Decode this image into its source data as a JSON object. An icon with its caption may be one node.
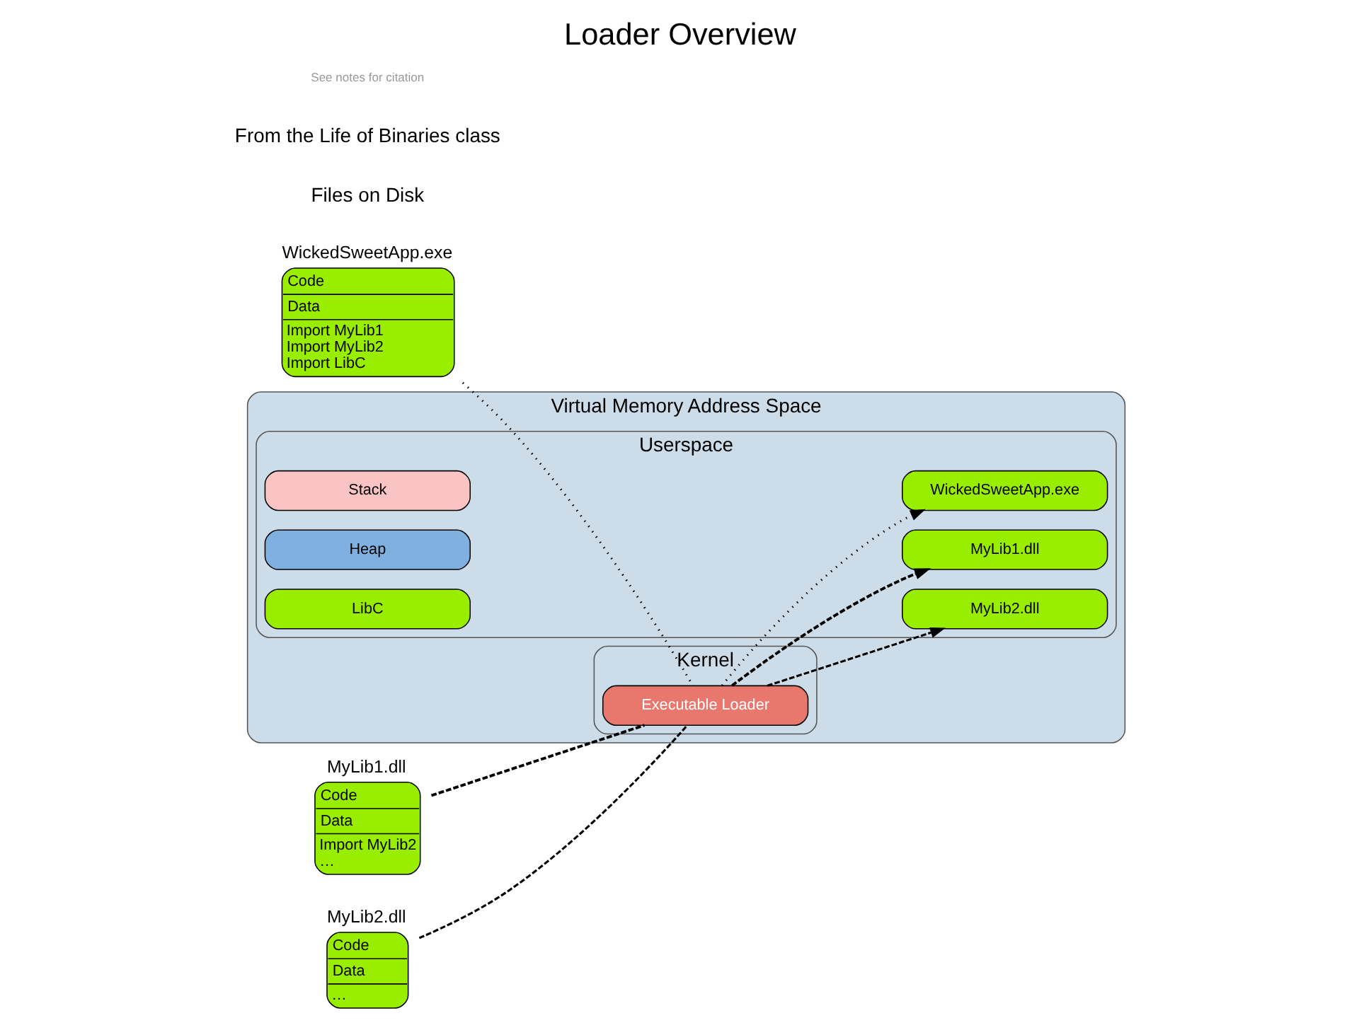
{
  "diagram": {
    "title": "Loader Overview",
    "nodes": [
      {
        "text": [
          "WickedSweetApp.exe",
          "Code",
          "Data",
          "Import MyLib1",
          "Import MyLib2",
          "Import LibC"
        ]
      },
      {
        "text": [
          "MyLib1.dll",
          "Code",
          "Data",
          "Import MyLib2",
          "…"
        ]
      },
      {
        "text": [
          "MyLib2.dll",
          "Code",
          "Data",
          "…"
        ]
      },
      {
        "text": [
          "Virtual Memory Address Space"
        ]
      },
      {
        "text": [
          "Kernel"
        ],
        "in": 3
      },
      {
        "text": [
          "Executable Loader"
        ],
        "in": 4
      },
      {
        "text": [
          "Userspace"
        ],
        "in": 3
      },
      {
        "text": [
          "Stack"
        ],
        "in": 6
      },
      {
        "text": [
          "Heap"
        ],
        "in": 6
      },
      {
        "text": [
          "WickedSweetApp.exe"
        ],
        "in": 6
      },
      {
        "text": [
          "LibC"
        ],
        "in": 6
      },
      {
        "text": [
          "MyLib1.dll"
        ],
        "in": 6
      },
      {
        "text": [
          "MyLib2.dll"
        ],
        "in": 6
      }
    ],
    "edges": [
      {
        "from": 0,
        "to": 5,
        "arrow": "none",
        "style": "dashed"
      },
      {
        "from": 5,
        "to": 9,
        "arrow": "to",
        "style": "dashed"
      },
      {
        "from": 1,
        "to": 5,
        "arrow": "none",
        "style": "dashed"
      },
      {
        "from": 5,
        "to": 11,
        "arrow": "to",
        "style": "dashed"
      },
      {
        "from": 2,
        "to": 5,
        "arrow": "none",
        "style": "dashed"
      },
      {
        "from": 5,
        "to": 12,
        "arrow": "to",
        "style": "dashed"
      }
    ],
    "labels": [
      "Files on Disk",
      "From the Life of Binaries class",
      "See notes for citation"
    ]
  }
}
